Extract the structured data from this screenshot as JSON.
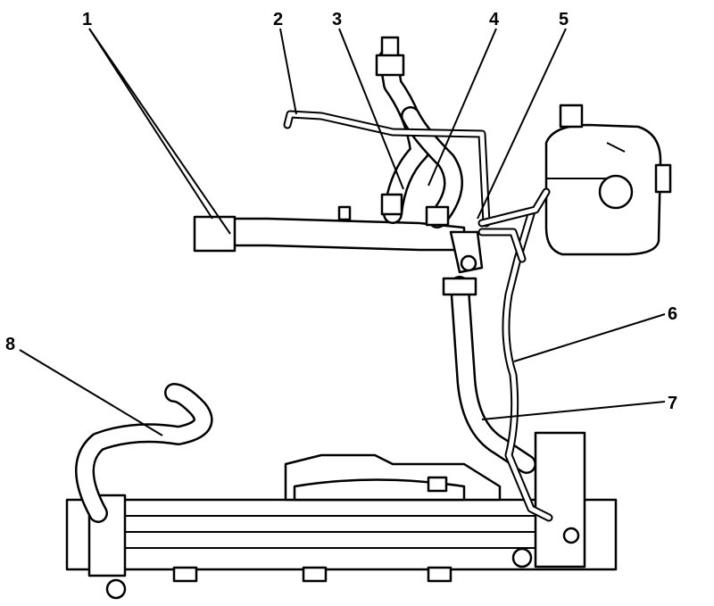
{
  "diagram": {
    "type": "cooling-system-hose-routing",
    "callouts": [
      {
        "id": "1",
        "label": "1"
      },
      {
        "id": "2",
        "label": "2"
      },
      {
        "id": "3",
        "label": "3"
      },
      {
        "id": "4",
        "label": "4"
      },
      {
        "id": "5",
        "label": "5"
      },
      {
        "id": "6",
        "label": "6"
      },
      {
        "id": "7",
        "label": "7"
      },
      {
        "id": "8",
        "label": "8"
      }
    ]
  }
}
